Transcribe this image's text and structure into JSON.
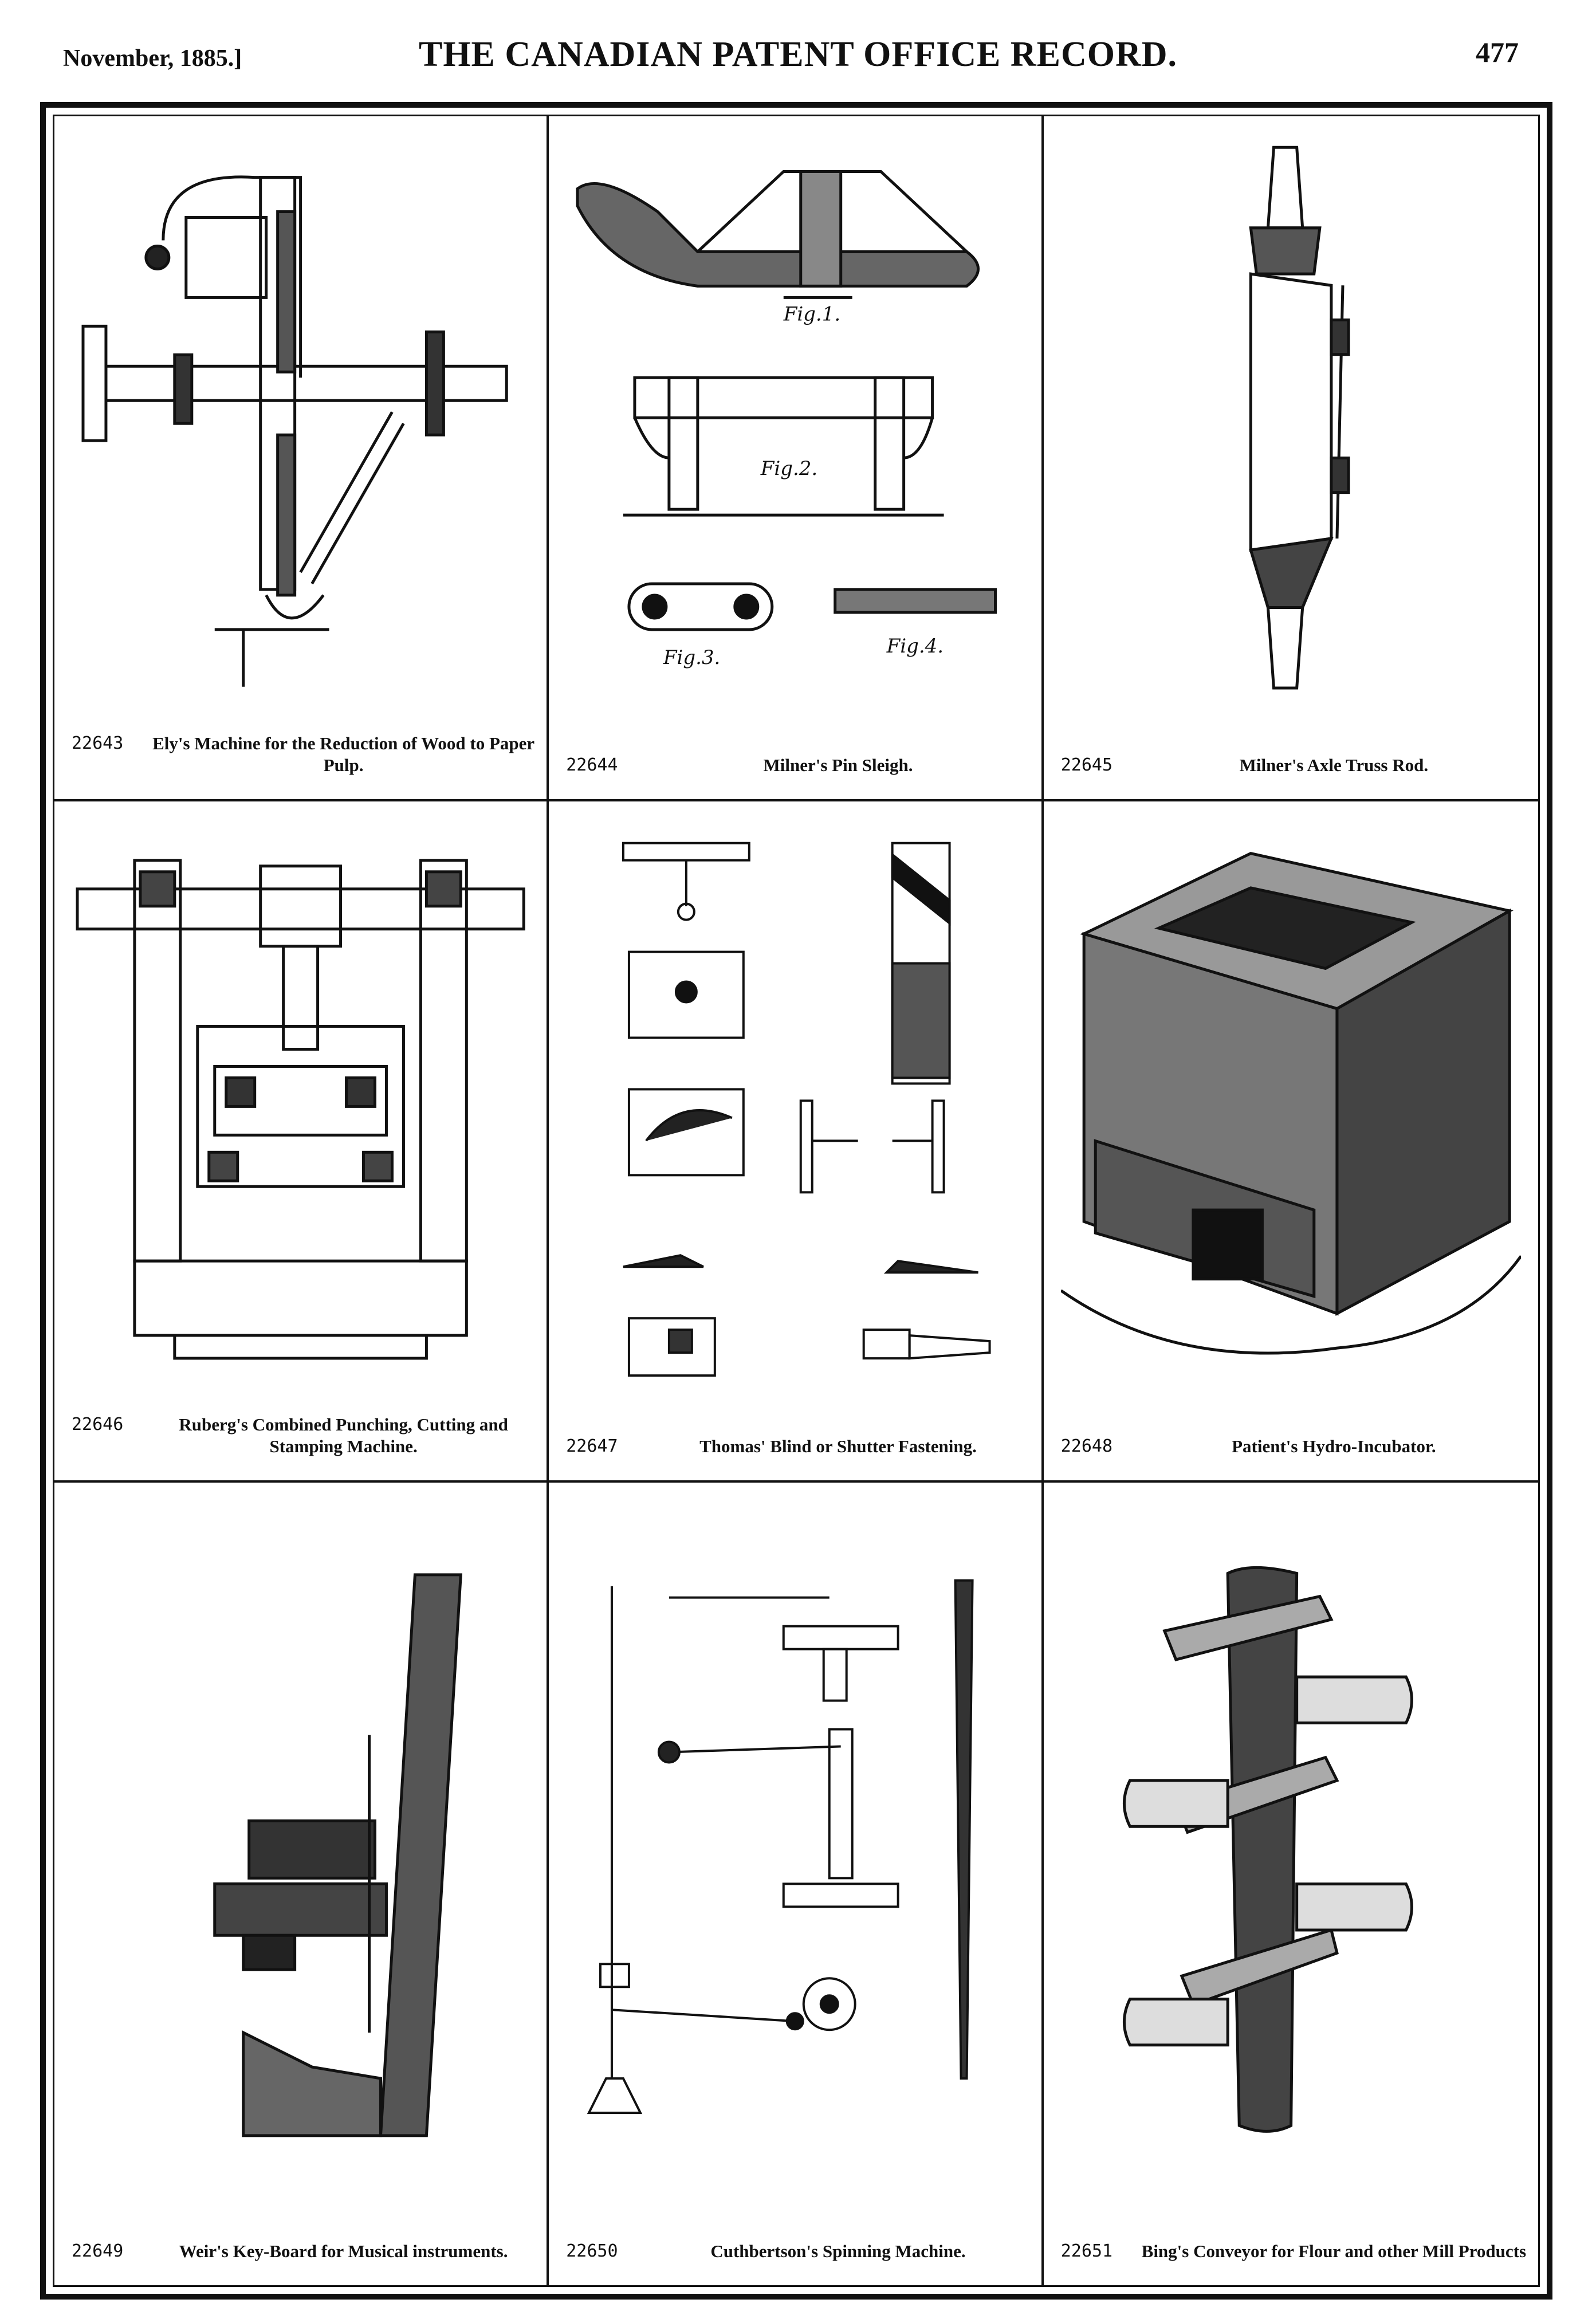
{
  "header": {
    "date": "November, 1885.]",
    "title": "THE CANADIAN PATENT OFFICE RECORD.",
    "page_number": "477"
  },
  "patents": [
    {
      "number": "22643",
      "title": "Ely's Machine for the Reduction of Wood to Paper Pulp."
    },
    {
      "number": "22644",
      "title": "Milner's Pin Sleigh."
    },
    {
      "number": "22645",
      "title": "Milner's Axle Truss Rod."
    },
    {
      "number": "22646",
      "title": "Ruberg's Combined Punching, Cutting and Stamping Machine."
    },
    {
      "number": "22647",
      "title": "Thomas' Blind or Shutter Fastening."
    },
    {
      "number": "22648",
      "title": "Patient's Hydro-Incubator."
    },
    {
      "number": "22649",
      "title": "Weir's Key-Board for Musical instruments."
    },
    {
      "number": "22650",
      "title": "Cuthbertson's Spinning Machine."
    },
    {
      "number": "22651",
      "title": "Bing's Conveyor for Flour and other Mill Products"
    }
  ],
  "figure_labels": {
    "sleigh_fig1": "Fig.1.",
    "sleigh_fig2": "Fig.2.",
    "sleigh_fig3": "Fig.3.",
    "sleigh_fig4": "Fig.4."
  }
}
